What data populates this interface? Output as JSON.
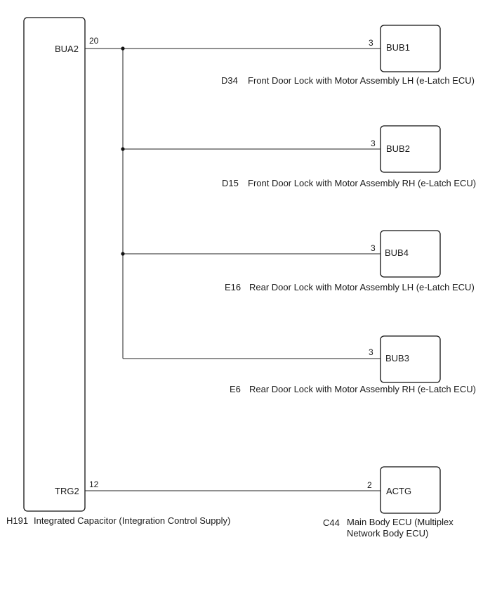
{
  "main_component": {
    "code": "H191",
    "name": "Integrated Capacitor (Integration Control Supply)",
    "terminals": [
      {
        "label": "BUA2",
        "pin": "20"
      },
      {
        "label": "TRG2",
        "pin": "12"
      }
    ]
  },
  "connectors": [
    {
      "terminal": "BUB1",
      "pin": "3",
      "code": "D34",
      "name": "Front Door Lock with Motor Assembly LH (e-Latch ECU)"
    },
    {
      "terminal": "BUB2",
      "pin": "3",
      "code": "D15",
      "name": "Front Door Lock with Motor Assembly RH (e-Latch ECU)"
    },
    {
      "terminal": "BUB4",
      "pin": "3",
      "code": "E16",
      "name": "Rear Door Lock with Motor Assembly LH (e-Latch ECU)"
    },
    {
      "terminal": "BUB3",
      "pin": "3",
      "code": "E6",
      "name": "Rear Door Lock with Motor Assembly RH (e-Latch ECU)"
    },
    {
      "terminal": "ACTG",
      "pin": "2",
      "code": "C44",
      "name_line1": "Main Body ECU (Multiplex",
      "name_line2": "Network Body ECU)"
    }
  ]
}
